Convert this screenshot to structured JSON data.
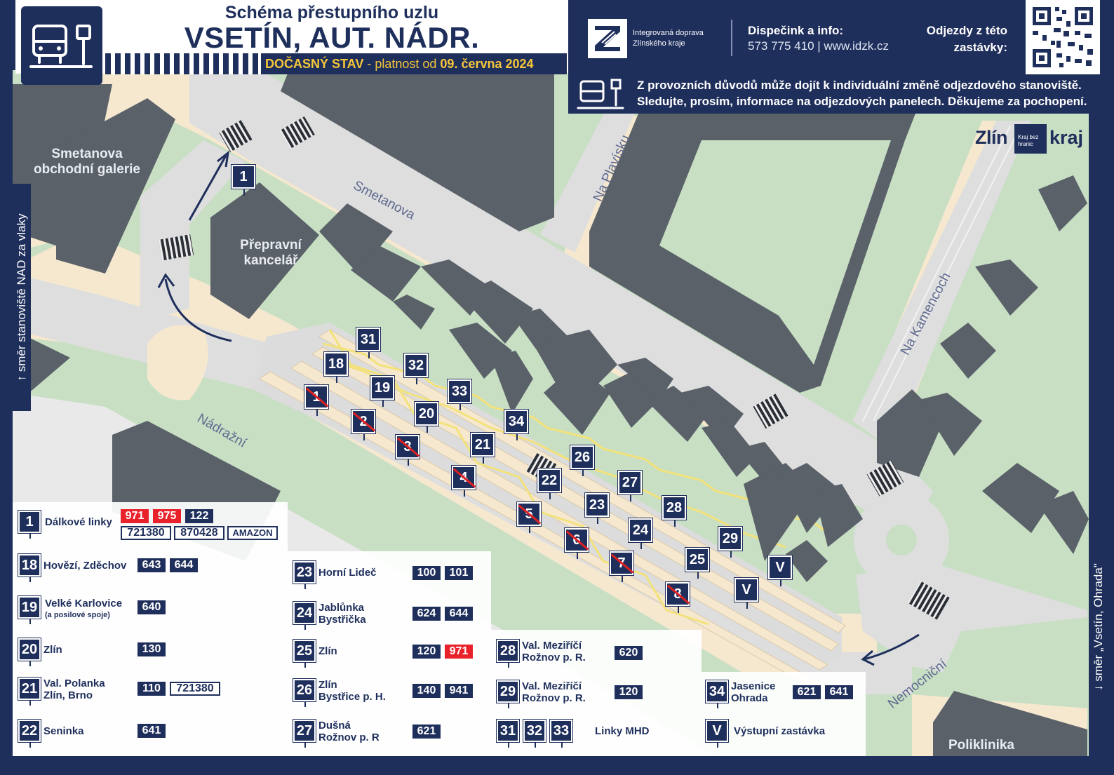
{
  "header": {
    "subtitle": "Schéma přestupního uzlu",
    "title": "VSETÍN, AUT. NÁDR.",
    "validity_prefix": "DOČASNÝ STAV",
    "validity_mid": " - platnost od ",
    "validity_date": "09. června 2024"
  },
  "info": {
    "idzk_line1": "Integrovaná doprava",
    "idzk_line2": "Zlínského kraje",
    "dispatch_label": "Dispečink a info:",
    "dispatch_phone": "573 775 410  |  www.idzk.cz",
    "departures_line1": "Odjezdy z této",
    "departures_line2": "zastávky:",
    "notice_line1": "Z provozních důvodů může dojít k individuální změně odjezdového stanoviště.",
    "notice_line2": "Sledujte, prosím, informace na odjezdových panelech. Děkujeme za pochopení."
  },
  "logo": {
    "part1": "Zlín",
    "box": "Kraj bez hranic",
    "part2": "kraj"
  },
  "side": {
    "left": "↑ směr stanoviště NAD za vlaky",
    "right": "↓ směr „Vsetín, Ohrada\""
  },
  "map_labels": {
    "smetanova_gallery_1": "Smetanova",
    "smetanova_gallery_2": "obchodní galerie",
    "office_1": "Přepravní",
    "office_2": "kancelář",
    "street_smetanova": "Smetanova",
    "street_na_plavisku": "Na Plavísku",
    "street_na_kamencoch": "Na Kamencoch",
    "street_nadrazni": "Nádražní",
    "street_nemocnicni": "Nemocniční",
    "poliklinika": "Poliklinika"
  },
  "stops": [
    {
      "id": "1",
      "cancelled": false
    },
    {
      "id": "31",
      "cancelled": false
    },
    {
      "id": "18",
      "cancelled": false
    },
    {
      "id": "32",
      "cancelled": false
    },
    {
      "id": "19",
      "cancelled": false
    },
    {
      "id": "33",
      "cancelled": false
    },
    {
      "id": "1",
      "cancelled": true
    },
    {
      "id": "20",
      "cancelled": false
    },
    {
      "id": "2",
      "cancelled": true
    },
    {
      "id": "34",
      "cancelled": false
    },
    {
      "id": "21",
      "cancelled": false
    },
    {
      "id": "3",
      "cancelled": true
    },
    {
      "id": "26",
      "cancelled": false
    },
    {
      "id": "4",
      "cancelled": true
    },
    {
      "id": "22",
      "cancelled": false
    },
    {
      "id": "27",
      "cancelled": false
    },
    {
      "id": "23",
      "cancelled": false
    },
    {
      "id": "28",
      "cancelled": false
    },
    {
      "id": "5",
      "cancelled": true
    },
    {
      "id": "24",
      "cancelled": false
    },
    {
      "id": "6",
      "cancelled": true
    },
    {
      "id": "29",
      "cancelled": false
    },
    {
      "id": "7",
      "cancelled": true
    },
    {
      "id": "25",
      "cancelled": false
    },
    {
      "id": "V",
      "cancelled": false
    },
    {
      "id": "8",
      "cancelled": true
    },
    {
      "id": "V",
      "cancelled": false
    }
  ],
  "legend": {
    "r1": {
      "id": "1",
      "name": "Dálkové linky",
      "lines": [
        "971",
        "975",
        "122",
        "721380",
        "870428",
        "AMAZON"
      ]
    },
    "r18": {
      "id": "18",
      "name": "Hovězí, Zděchov",
      "lines": [
        "643",
        "644"
      ]
    },
    "r19": {
      "id": "19",
      "name": "Velké Karlovice",
      "note": "(a posilové spoje)",
      "lines": [
        "640"
      ]
    },
    "r20": {
      "id": "20",
      "name": "Zlín",
      "lines": [
        "130"
      ]
    },
    "r21": {
      "id": "21",
      "name1": "Val. Polanka",
      "name2": "Zlín, Brno",
      "lines": [
        "110",
        "721380"
      ]
    },
    "r22": {
      "id": "22",
      "name": "Seninka",
      "lines": [
        "641"
      ]
    },
    "r23": {
      "id": "23",
      "name": "Horní Lideč",
      "lines": [
        "100",
        "101"
      ]
    },
    "r24": {
      "id": "24",
      "name1": "Jablůnka",
      "name2": "Bystřička",
      "lines": [
        "624",
        "644"
      ]
    },
    "r25": {
      "id": "25",
      "name": "Zlín",
      "lines": [
        "120",
        "971"
      ]
    },
    "r26": {
      "id": "26",
      "name1": "Zlín",
      "name2": "Bystřice p. H.",
      "lines": [
        "140",
        "941"
      ]
    },
    "r27": {
      "id": "27",
      "name1": "Dušná",
      "name2": "Rožnov p. R",
      "lines": [
        "621"
      ]
    },
    "r28": {
      "id": "28",
      "name1": "Val. Meziříčí",
      "name2": "Rožnov p. R.",
      "lines": [
        "620"
      ]
    },
    "r29": {
      "id": "29",
      "name1": "Val. Meziříčí",
      "name2": "Rožnov p. R.",
      "lines": [
        "120"
      ]
    },
    "r34": {
      "id": "34",
      "name1": "Jasenice",
      "name2": "Ohrada",
      "lines": [
        "621",
        "641"
      ]
    },
    "mhd": {
      "ids": [
        "31",
        "32",
        "33"
      ],
      "name": "Linky MHD"
    },
    "exit": {
      "id": "V",
      "name": "Výstupní zastávka"
    }
  },
  "colors": {
    "navy": "#1f2f5c",
    "red_line": "#e8212a",
    "yellow_crossing": "#f3e27a",
    "sidewalk": "#f6e8cf",
    "green_area": "#c8dfc4",
    "road": "#e3e3e3",
    "building": "#5a6169"
  }
}
